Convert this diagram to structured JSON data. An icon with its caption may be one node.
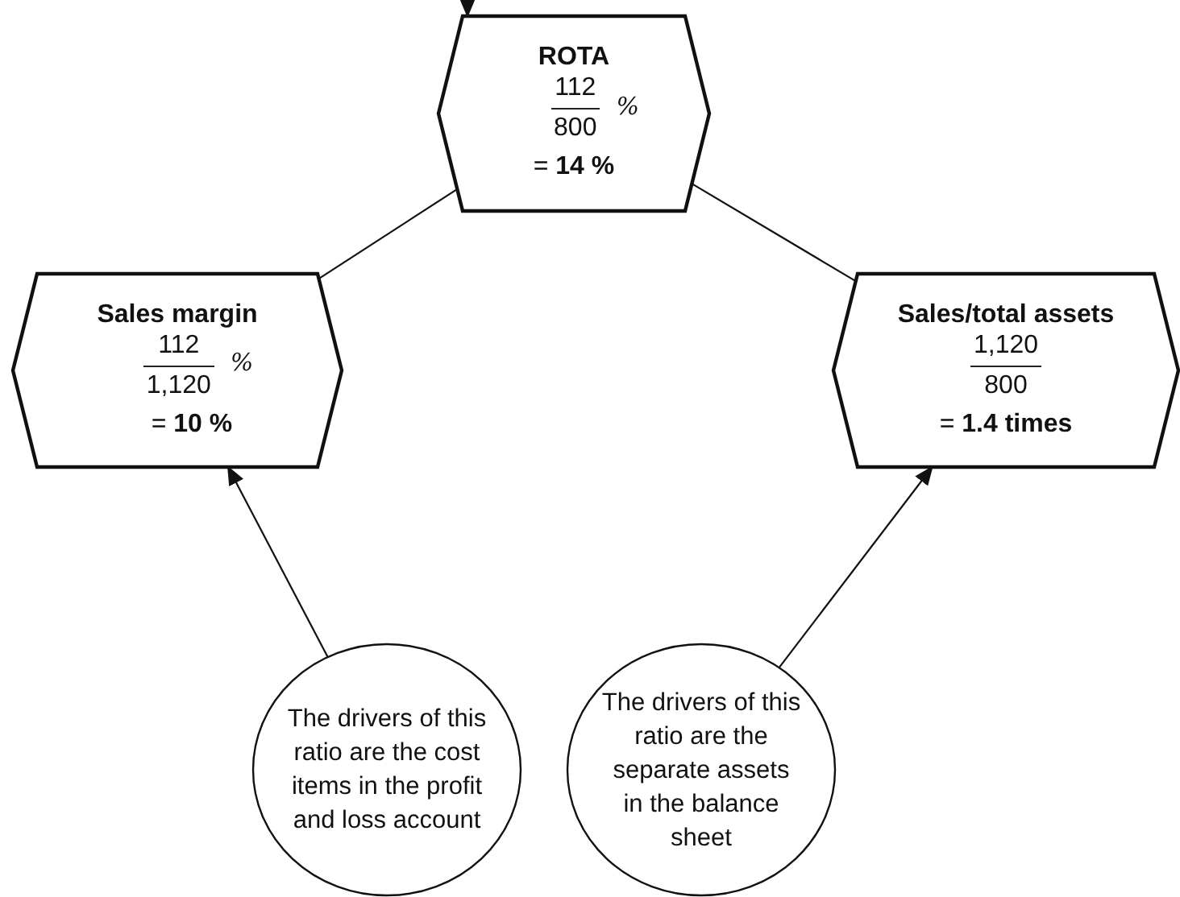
{
  "diagram": {
    "nodes": [
      {
        "text": [
          "ROTA",
          "112",
          "800",
          "%",
          "= **14 %**"
        ]
      },
      {
        "text": [
          "Sales margin",
          "112",
          "1,120",
          "%",
          "= **10 %**"
        ]
      },
      {
        "text": [
          "Sales/total assets",
          "1,120",
          "800",
          "= **1.4 times**"
        ]
      },
      {
        "text": [
          "The drivers of this ratio are the cost items in the profit and loss account"
        ]
      },
      {
        "text": [
          "The drivers of this ratio are the separate assets in the balance sheet"
        ]
      }
    ],
    "edges": [
      {
        "from": null,
        "to": 0,
        "arrow": "to"
      },
      {
        "from": 1,
        "to": 0,
        "arrow": "none"
      },
      {
        "from": 2,
        "to": 0,
        "arrow": "none"
      },
      {
        "from": 3,
        "to": 1,
        "arrow": "to"
      },
      {
        "from": 4,
        "to": 2,
        "arrow": "to"
      }
    ]
  }
}
